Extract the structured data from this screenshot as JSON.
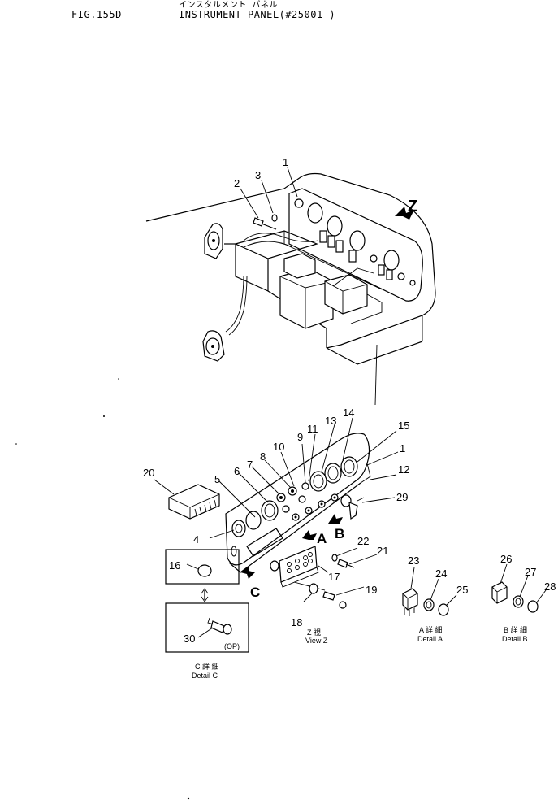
{
  "header": {
    "subtitle_jp": "インスタルメント パネル",
    "fig_label": "FIG.155D",
    "title": "INSTRUMENT PANEL(#25001-)"
  },
  "views": {
    "z_letter": "Z",
    "a_letter": "A",
    "b_letter": "B",
    "c_letter": "C"
  },
  "callouts": [
    "1",
    "2",
    "3",
    "4",
    "5",
    "6",
    "7",
    "8",
    "9",
    "10",
    "11",
    "12",
    "13",
    "14",
    "15",
    "16",
    "17",
    "18",
    "19",
    "20",
    "21",
    "22",
    "23",
    "24",
    "25",
    "26",
    "27",
    "28",
    "29",
    "30"
  ],
  "captions": {
    "view_z_jp": "Z  視",
    "view_z": "View Z",
    "detail_a_jp": "A  詳  細",
    "detail_a": "Detail  A",
    "detail_b_jp": "B  詳  細",
    "detail_b": "Detail  B",
    "detail_c_jp": "C  詳  細",
    "detail_c": "Detail  C",
    "op_note": "(OP)"
  }
}
